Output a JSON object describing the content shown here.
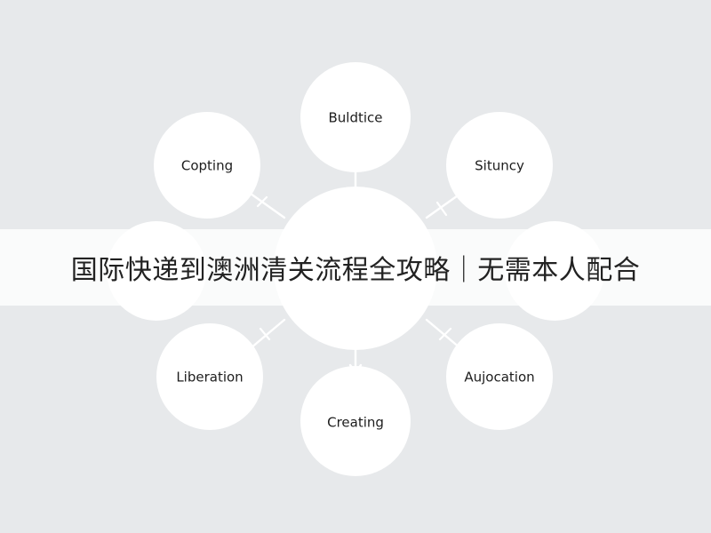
{
  "diagram": {
    "nodes": [
      {
        "label": "Buldtice"
      },
      {
        "label": "Situncy"
      },
      {
        "label": "Aujocation"
      },
      {
        "label": "Creating"
      },
      {
        "label": "Liberation"
      },
      {
        "label": "Copting"
      }
    ]
  },
  "banner": {
    "title": "国际快递到澳洲清关流程全攻略｜无需本人配合"
  },
  "colors": {
    "background": "#e7e9eb",
    "node_fill": "#ffffff",
    "banner_fill": "#ffffff",
    "text": "#222222"
  }
}
